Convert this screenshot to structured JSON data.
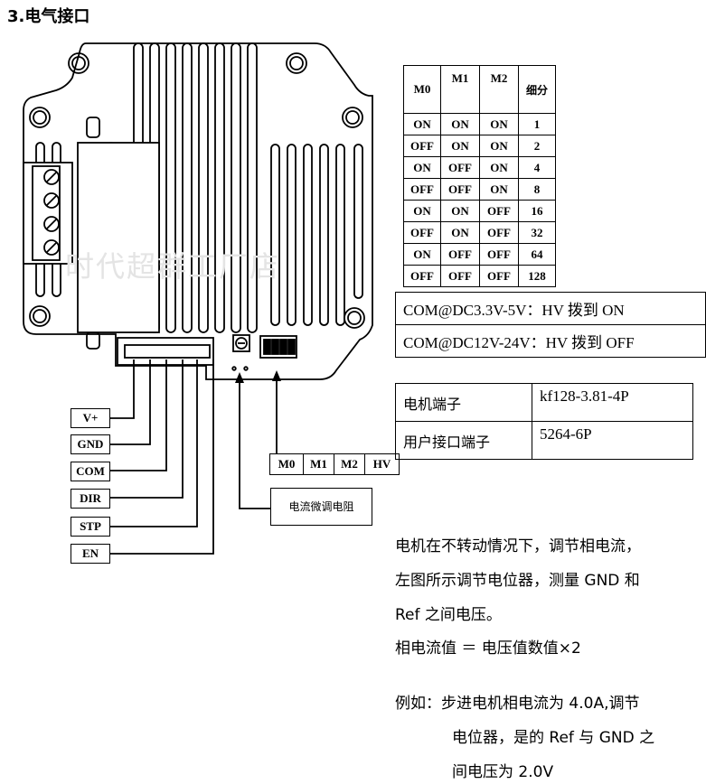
{
  "section_title": "3.电气接口",
  "watermark": "时代超群工厂店",
  "microstep_table": {
    "headers": [
      "M0",
      "M1",
      "M2",
      "细分"
    ],
    "rows": [
      [
        "ON",
        "ON",
        "ON",
        "1"
      ],
      [
        "OFF",
        "ON",
        "ON",
        "2"
      ],
      [
        "ON",
        "OFF",
        "ON",
        "4"
      ],
      [
        "OFF",
        "OFF",
        "ON",
        "8"
      ],
      [
        "ON",
        "ON",
        "OFF",
        "16"
      ],
      [
        "OFF",
        "ON",
        "OFF",
        "32"
      ],
      [
        "ON",
        "OFF",
        "OFF",
        "64"
      ],
      [
        "OFF",
        "OFF",
        "OFF",
        "128"
      ]
    ]
  },
  "voltage_table": [
    "COM@DC3.3V-5V：HV 拨到 ON",
    "COM@DC12V-24V：HV 拨到 OFF"
  ],
  "connector_table": [
    {
      "name": "电机端子",
      "value": "kf128-3.81-4P"
    },
    {
      "name": "用户接口端子",
      "value": "5264-6P"
    }
  ],
  "pin_labels": [
    "V+",
    "GND",
    "COM",
    "DIR",
    "STP",
    "EN"
  ],
  "dip_labels": [
    "M0",
    "M1",
    "M2",
    "HV"
  ],
  "pot_label": "电流微调电阻",
  "description": {
    "p1_lines": [
      "电机在不转动情况下，调节相电流，",
      "左图所示调节电位器，测量 GND 和",
      "Ref 之间电压。"
    ],
    "formula": "相电流值 ＝ 电压值数值×2",
    "example_lines": [
      "例如：步进电机相电流为 4.0A,调节",
      "电位器，是的 Ref 与 GND 之",
      "间电压为 2.0V"
    ]
  }
}
